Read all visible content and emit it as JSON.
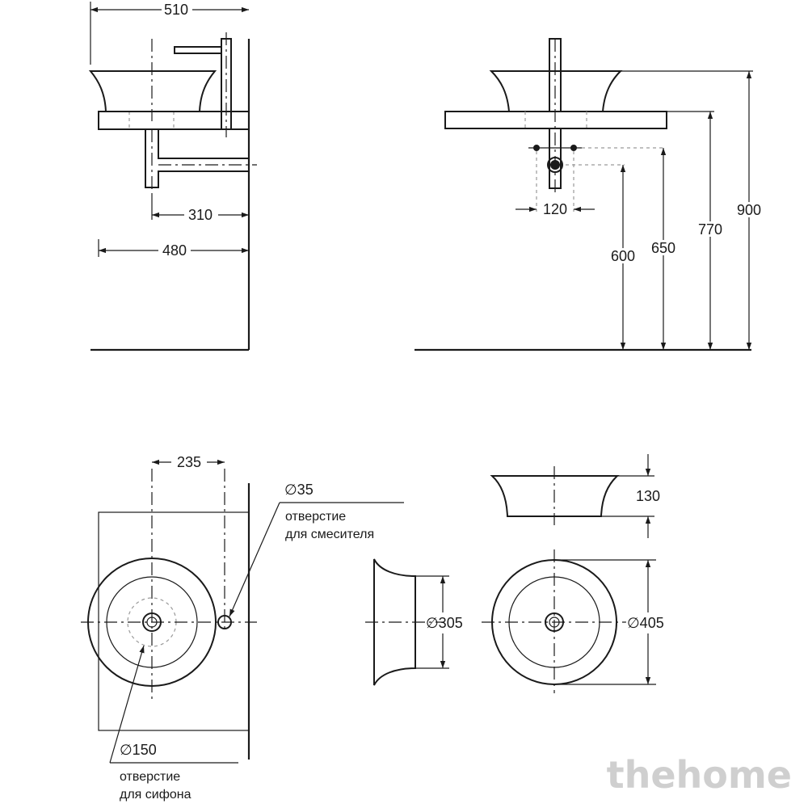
{
  "dimensions": {
    "side_total_width": "510",
    "side_mixer_offset": "310",
    "side_depth": "480",
    "front_drain_spacing": "120",
    "height_600": "600",
    "height_650": "650",
    "height_770": "770",
    "height_900": "900",
    "plan_offset": "235",
    "bowl_height": "130",
    "bowl_base_diameter": "∅305",
    "bowl_top_diameter": "∅405"
  },
  "notes": {
    "mixer_hole_diameter": "∅35",
    "mixer_hole_line1": "отверстие",
    "mixer_hole_line2": "для смесителя",
    "drain_hole_diameter": "∅150",
    "drain_hole_line1": "отверстие",
    "drain_hole_line2": "для сифона"
  },
  "watermark": "thehome"
}
